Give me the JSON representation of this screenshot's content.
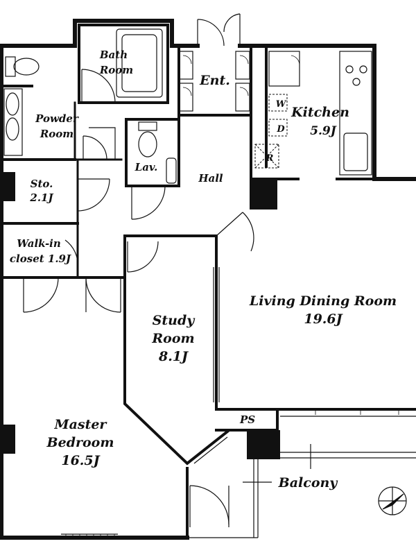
{
  "rooms": {
    "bath_line1": "Bath",
    "bath_line2": "Room",
    "entrance": "Ent.",
    "kitchen_name": "Kitchen",
    "kitchen_size": "5.9J",
    "powder_line1": "Powder",
    "powder_line2": "Room",
    "lavatory": "Lav.",
    "hall": "Hall",
    "storage_name": "Sto.",
    "storage_size": "2.1J",
    "walkin_line1": "Walk-in",
    "walkin_line2": "closet 1.9J",
    "living_name": "Living Dining Room",
    "living_size": "19.6J",
    "study_line1": "Study",
    "study_line2": "Room",
    "study_size": "8.1J",
    "master_line1": "Master",
    "master_line2": "Bedroom",
    "master_size": "16.5J",
    "pipe_space": "PS",
    "balcony": "Balcony"
  },
  "appliances": {
    "washer": "W",
    "dryer": "D",
    "refrigerator": "R"
  },
  "compass": {
    "icon": "north-arrow-icon"
  }
}
